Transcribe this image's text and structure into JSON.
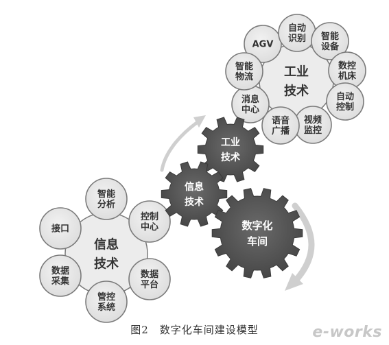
{
  "industrial_cluster": {
    "center": [
      "工业",
      "技术"
    ],
    "petals": [
      [
        "AGV"
      ],
      [
        "自动",
        "识别"
      ],
      [
        "智能",
        "设备"
      ],
      [
        "数控",
        "机床"
      ],
      [
        "自动",
        "控制"
      ],
      [
        "视频",
        "监控"
      ],
      [
        "语音",
        "广播"
      ],
      [
        "消息",
        "中心"
      ],
      [
        "智能",
        "物流"
      ]
    ]
  },
  "it_cluster": {
    "center": [
      "信息",
      "技术"
    ],
    "petals": [
      [
        "智能",
        "分析"
      ],
      [
        "控制",
        "中心"
      ],
      [
        "数据",
        "平台"
      ],
      [
        "管控",
        "系统"
      ],
      [
        "数据",
        "采集"
      ],
      [
        "接口"
      ]
    ]
  },
  "gears": {
    "industrial": [
      "工业",
      "技术"
    ],
    "it": [
      "信息",
      "技术"
    ],
    "digital": [
      "数字化",
      "车间"
    ]
  },
  "caption": {
    "figure": "图2",
    "title": "数字化车间建设模型"
  },
  "watermark": "e-works",
  "colors": {
    "circle_fill": "#e6e6e6",
    "circle_stroke": "#7a7a7a",
    "gear_fill": "#555555",
    "text_dark": "#333333",
    "arrow": "#cfcfcf"
  }
}
